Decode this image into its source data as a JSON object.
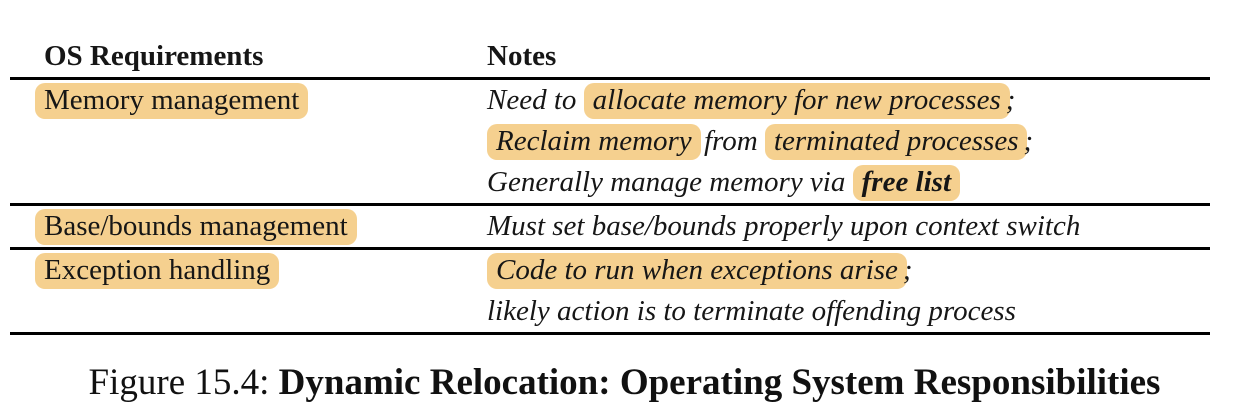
{
  "colors": {
    "highlight": "#F5D08F",
    "text": "#161616",
    "rule": "#000000",
    "background": "#ffffff"
  },
  "table": {
    "col_headers": [
      "OS Requirements",
      "Notes"
    ],
    "rows": [
      {
        "requirement": "Memory management",
        "note_lines": [
          {
            "segments": [
              {
                "t": "Need to ",
                "h": false
              },
              {
                "t": "allocate memory for new processes",
                "h": true
              },
              {
                "t": ";",
                "h": false
              }
            ]
          },
          {
            "segments": [
              {
                "t": "Reclaim memory",
                "h": true
              },
              {
                "t": " from ",
                "h": false
              },
              {
                "t": "terminated processes",
                "h": true
              },
              {
                "t": ";",
                "h": false
              }
            ]
          },
          {
            "segments": [
              {
                "t": "Generally manage memory via ",
                "h": false
              },
              {
                "t": "free list",
                "h": true,
                "bold": true
              }
            ]
          }
        ]
      },
      {
        "requirement": "Base/bounds management",
        "note_lines": [
          {
            "segments": [
              {
                "t": "Must set base/bounds properly upon context switch",
                "h": false
              }
            ]
          }
        ]
      },
      {
        "requirement": "Exception handling",
        "note_lines": [
          {
            "segments": [
              {
                "t": "Code to run when exceptions arise",
                "h": true
              },
              {
                "t": ";",
                "h": false
              }
            ]
          },
          {
            "segments": [
              {
                "t": "likely action is to terminate offending process",
                "h": false
              }
            ]
          }
        ]
      }
    ]
  },
  "caption": {
    "prefix": "Figure 15.4: ",
    "title": "Dynamic Relocation: Operating System Responsibilities"
  }
}
